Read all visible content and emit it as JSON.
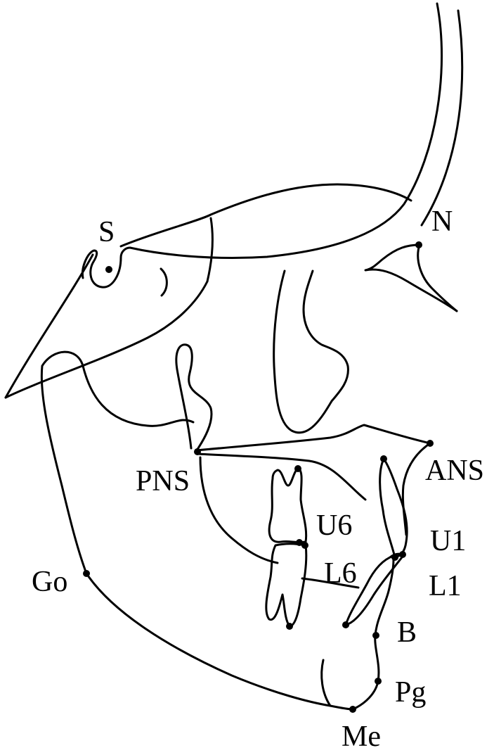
{
  "diagram": {
    "landmarks": [
      {
        "key": "s",
        "label": "S"
      },
      {
        "key": "n",
        "label": "N"
      },
      {
        "key": "pns",
        "label": "PNS"
      },
      {
        "key": "ans",
        "label": "ANS"
      },
      {
        "key": "u6",
        "label": "U6"
      },
      {
        "key": "u1",
        "label": "U1"
      },
      {
        "key": "l6",
        "label": "L6"
      },
      {
        "key": "l1",
        "label": "L1"
      },
      {
        "key": "go",
        "label": "Go"
      },
      {
        "key": "b",
        "label": "B"
      },
      {
        "key": "pg",
        "label": "Pg"
      },
      {
        "key": "me",
        "label": "Me"
      }
    ]
  }
}
